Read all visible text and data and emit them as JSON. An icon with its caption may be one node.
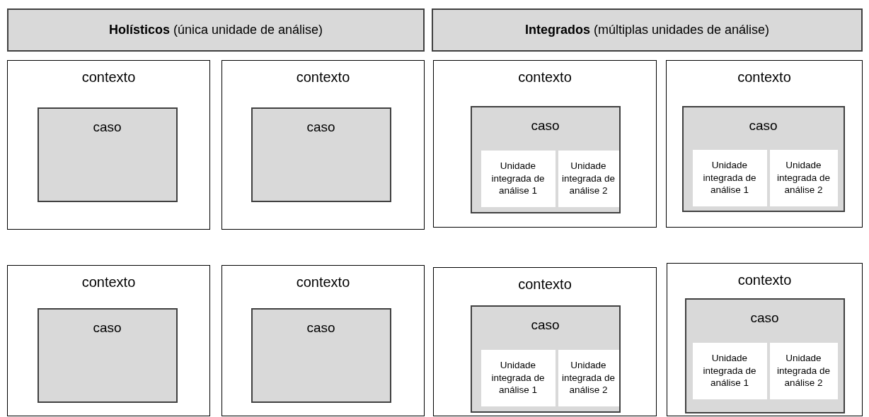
{
  "diagram": {
    "nodes": [
      {
        "text": [
          "**Holísticos** (única unidade de análise)"
        ]
      },
      {
        "text": [
          "contexto"
        ]
      },
      {
        "text": [
          "caso"
        ],
        "in": 1
      },
      {
        "text": [
          "contexto"
        ]
      },
      {
        "text": [
          "caso"
        ],
        "in": 3
      },
      {
        "text": [
          "contexto"
        ]
      },
      {
        "text": [
          "caso"
        ],
        "in": 5
      },
      {
        "text": [
          "contexto"
        ]
      },
      {
        "text": [
          "caso"
        ],
        "in": 7
      },
      {
        "text": [
          "**Integrados** (múltiplas unidades de análise)"
        ]
      },
      {
        "text": [
          "contexto"
        ]
      },
      {
        "text": [
          "caso"
        ],
        "in": 10
      },
      {
        "text": [
          "Unidade integrada de análise 1"
        ],
        "in": 11
      },
      {
        "text": [
          "Unidade integrada de análise 2"
        ],
        "in": 11
      },
      {
        "text": [
          "contexto"
        ]
      },
      {
        "text": [
          "caso"
        ],
        "in": 14
      },
      {
        "text": [
          "Unidade integrada de análise 1"
        ],
        "in": 15
      },
      {
        "text": [
          "Unidade integrada de análise 2"
        ],
        "in": 15
      },
      {
        "text": [
          "contexto"
        ]
      },
      {
        "text": [
          "caso"
        ],
        "in": 18
      },
      {
        "text": [
          "Unidade integrada de análise 1"
        ],
        "in": 19
      },
      {
        "text": [
          "Unidade integrada de análise 2"
        ],
        "in": 19
      },
      {
        "text": [
          "contexto"
        ]
      },
      {
        "text": [
          "caso"
        ],
        "in": 22
      },
      {
        "text": [
          "Unidade integrada de análise 1"
        ],
        "in": 23
      },
      {
        "text": [
          "Unidade integrada de análise 2"
        ],
        "in": 23
      }
    ]
  }
}
